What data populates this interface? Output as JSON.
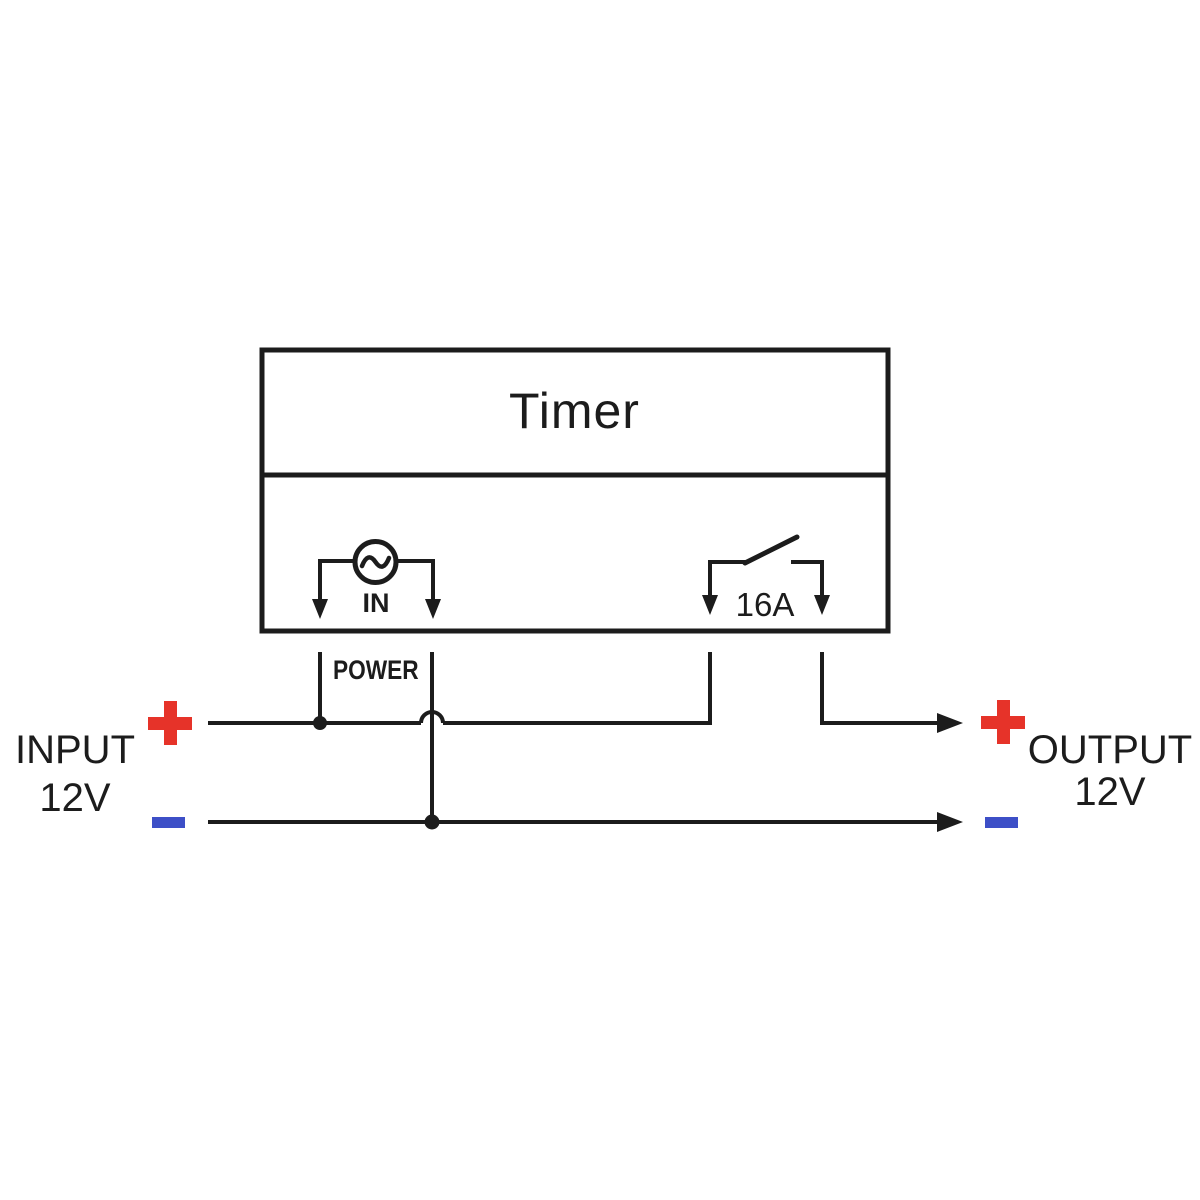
{
  "diagram": {
    "title": "Timer",
    "source": {
      "label": "IN"
    },
    "relay": {
      "rating": "16A"
    },
    "power_wire": {
      "label": "POWER"
    },
    "input": {
      "label": "INPUT",
      "voltage": "12V",
      "positive": "+",
      "negative": "−"
    },
    "output": {
      "label": "OUTPUT",
      "voltage": "12V",
      "positive": "+",
      "negative": "−"
    },
    "colors": {
      "wire": "#1c1c1c",
      "positive": "#e63329",
      "negative": "#3d4fc7"
    }
  }
}
